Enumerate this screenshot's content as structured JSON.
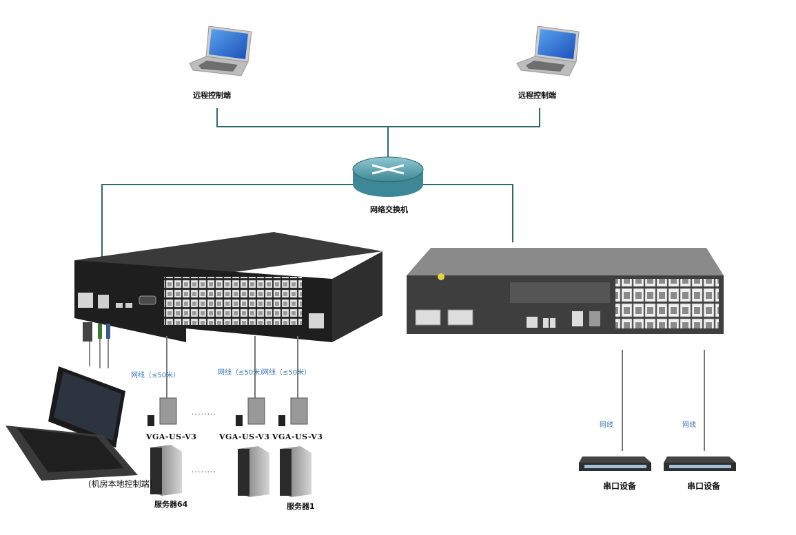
{
  "labels": {
    "remote_left": "远程控制端",
    "remote_right": "远程控制端",
    "switch": "网络交换机",
    "cable_1": "网线（≤50米）",
    "cable_2": "网线（≤50米）",
    "cable_3": "网线（≤50米）",
    "adapter_1": "VGA-US-V3",
    "adapter_2": "VGA-US-V3",
    "adapter_3": "VGA-US-V3",
    "dots_1": "........",
    "dots_2": "........",
    "local_console": "(机房本地控制端)",
    "server_64": "服务器64",
    "server_1": "服务器1",
    "network_cable_1": "网线",
    "network_cable_2": "网线",
    "serial_device_1": "串口设备",
    "serial_device_2": "串口设备"
  },
  "colors": {
    "link_line": "#2f6a6a",
    "device_body": "#2b2b2b",
    "port_fill": "#e8e8e8",
    "laptop_screen": "#2f6fd6",
    "router_top": "#6fb3c0",
    "cable_label": "#3a76b3"
  }
}
